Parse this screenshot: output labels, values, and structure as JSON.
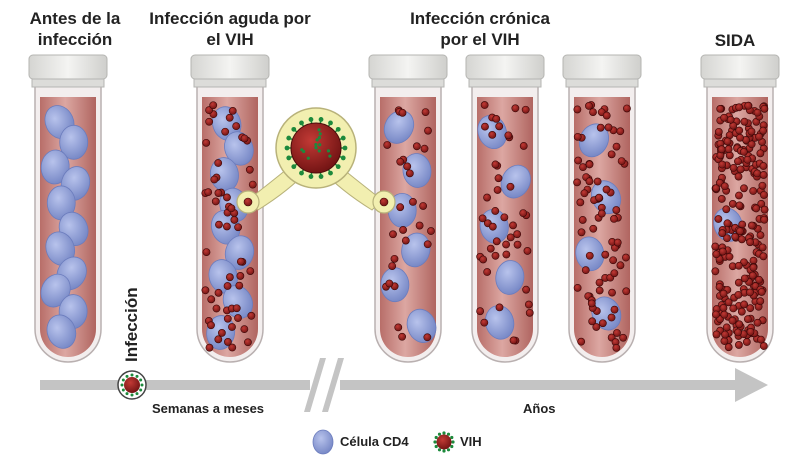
{
  "stages": [
    {
      "title": "Antes de la infección"
    },
    {
      "title": "Infección aguda por el VIH"
    },
    {
      "title": "Infección crónica por el VIH"
    },
    {
      "title": "SIDA"
    }
  ],
  "timeline": {
    "infection_label": "Infección",
    "segment_1_label": "Semanas a meses",
    "segment_2_label": "Años"
  },
  "legend": {
    "cd4_label": "Célula CD4",
    "hiv_label": "VIH"
  },
  "tubes": [
    {
      "cd4_cells": 11,
      "hiv_particles": 0
    },
    {
      "cd4_cells": 9,
      "hiv_particles": 60
    },
    {
      "cd4_cells": 6,
      "hiv_particles": 30
    },
    {
      "cd4_cells": 5,
      "hiv_particles": 45
    },
    {
      "cd4_cells": 4,
      "hiv_particles": 80
    },
    {
      "cd4_cells": 1,
      "hiv_particles": 250
    }
  ],
  "colors": {
    "tube_fill": "#c98a86",
    "tube_cap": "#e4e4e2",
    "cd4": "#8f9fd6",
    "hiv": "#8e1d1d",
    "hiv_spikes": "#1d8a3c",
    "arrow": "#c4c4c4",
    "magnifier": "#f2efb0"
  }
}
